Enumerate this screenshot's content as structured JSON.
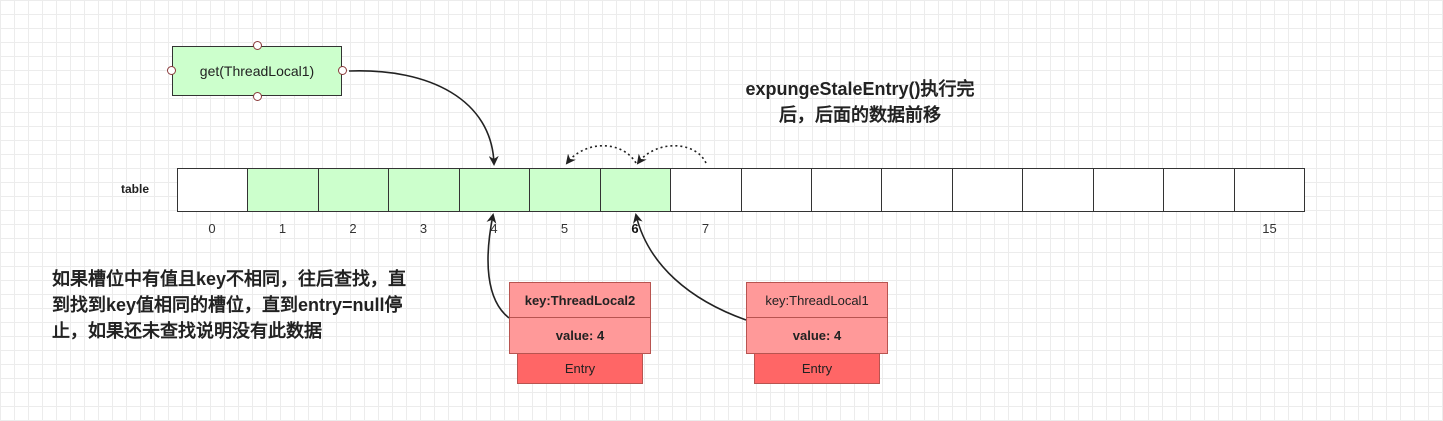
{
  "get_call": {
    "label": "get(ThreadLocal1)"
  },
  "note_top": {
    "line1": "expungeStaleEntry()执行完",
    "line2": "后，后面的数据前移"
  },
  "table": {
    "label": "table",
    "slot_count": 16,
    "filled_slots": [
      1,
      2,
      3,
      4,
      5,
      6
    ],
    "index_labels": [
      {
        "text": "0",
        "slot": 0,
        "bold": false
      },
      {
        "text": "1",
        "slot": 1,
        "bold": false
      },
      {
        "text": "2",
        "slot": 2,
        "bold": false
      },
      {
        "text": "3",
        "slot": 3,
        "bold": false
      },
      {
        "text": "4",
        "slot": 4,
        "bold": false
      },
      {
        "text": "5",
        "slot": 5,
        "bold": false
      },
      {
        "text": "6",
        "slot": 6,
        "bold": true
      },
      {
        "text": "7",
        "slot": 7,
        "bold": false
      },
      {
        "text": "15",
        "slot": 15,
        "bold": false
      }
    ]
  },
  "note_left": {
    "line1": "如果槽位中有值且key不相同，往后查找，直",
    "line2": "到找到key值相同的槽位，直到entry=null停",
    "line3": "止，如果还未查找说明没有此数据"
  },
  "entries": [
    {
      "key": "key:ThreadLocal2",
      "value": "value: 4",
      "tag": "Entry",
      "key_bold": true,
      "points_to_slot": 4
    },
    {
      "key": "key:ThreadLocal1",
      "value": "value: 4",
      "tag": "Entry",
      "key_bold": false,
      "points_to_slot": 6
    }
  ],
  "colors": {
    "filled_slot": "#ccffcc",
    "entry_header": "#ff9999",
    "entry_tag": "#ff6666",
    "outline": "#333333",
    "entry_border": "#b85450"
  }
}
